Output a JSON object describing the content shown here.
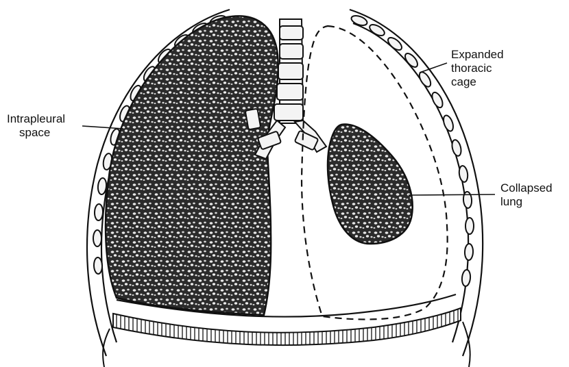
{
  "labels": {
    "intrapleural": [
      "Intrapleural",
      "space"
    ],
    "thoracic": [
      "Expanded",
      "thoracic",
      "cage"
    ],
    "collapsed": [
      "Collapsed",
      "lung"
    ]
  },
  "colors": {
    "ink": "#111111",
    "lung_fill": "#2b2b2b",
    "cartilage": "#f4f4f4",
    "paper": "#ffffff"
  },
  "icons": {
    "lung_texture": "stippled-alveoli"
  }
}
